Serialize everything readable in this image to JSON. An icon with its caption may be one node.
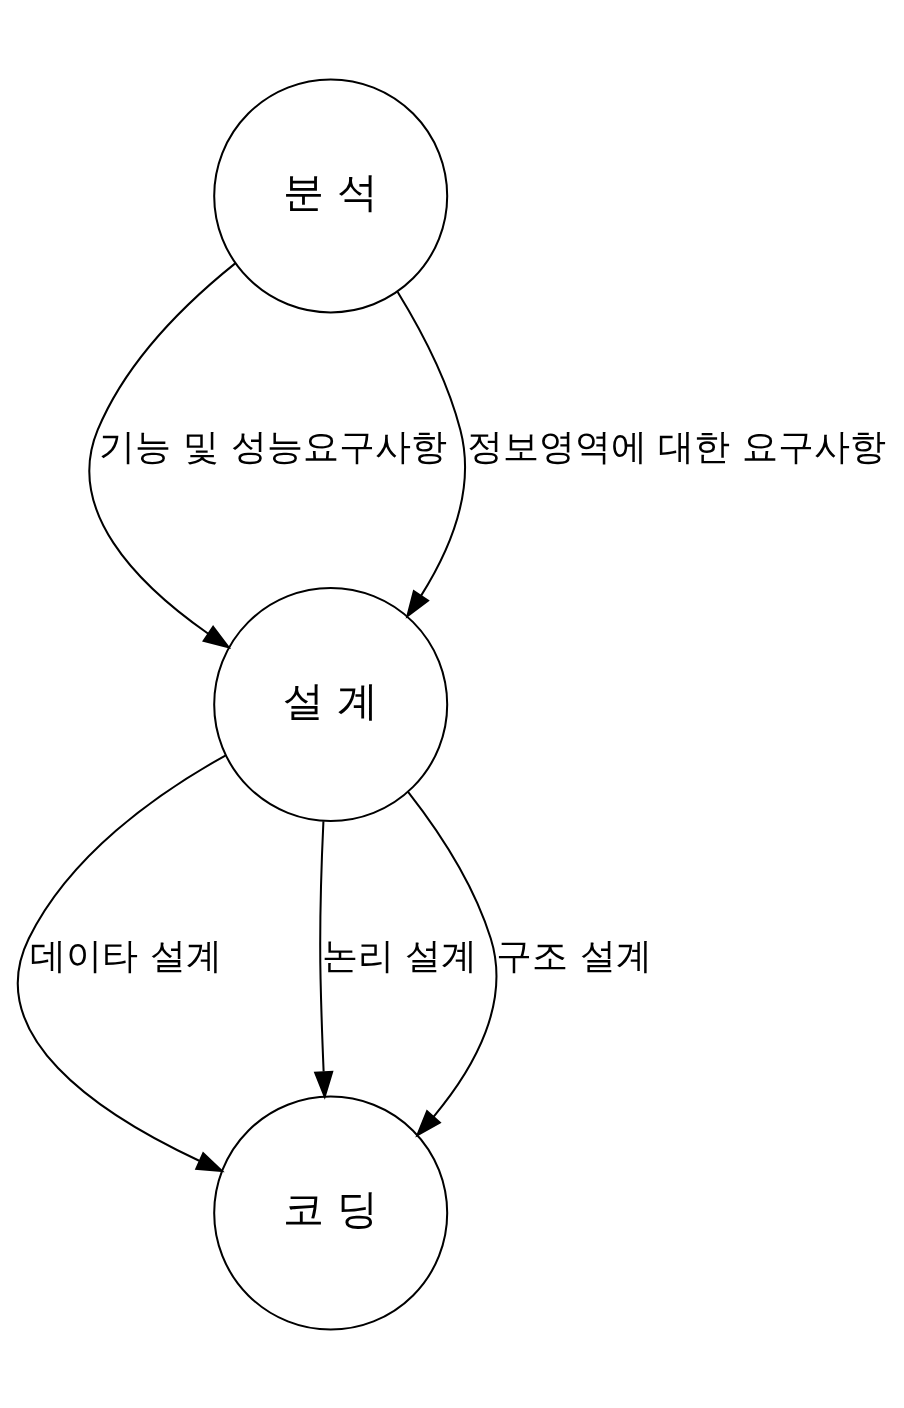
{
  "diagram": {
    "nodes": [
      {
        "text": [
          "분 석"
        ]
      },
      {
        "text": [
          "설 계"
        ]
      },
      {
        "text": [
          "코 딩"
        ]
      }
    ],
    "edges": [
      {
        "from": 0,
        "to": 1,
        "arrow": "to",
        "label": "기능 및 성능요구사항"
      },
      {
        "from": 0,
        "to": 1,
        "arrow": "to",
        "label": "정보영역에 대한 요구사항"
      },
      {
        "from": 1,
        "to": 2,
        "arrow": "to",
        "label": "데이타 설계"
      },
      {
        "from": 1,
        "to": 2,
        "arrow": "to",
        "label": "논리 설계"
      },
      {
        "from": 1,
        "to": 2,
        "arrow": "to",
        "label": "구조 설계"
      }
    ]
  }
}
